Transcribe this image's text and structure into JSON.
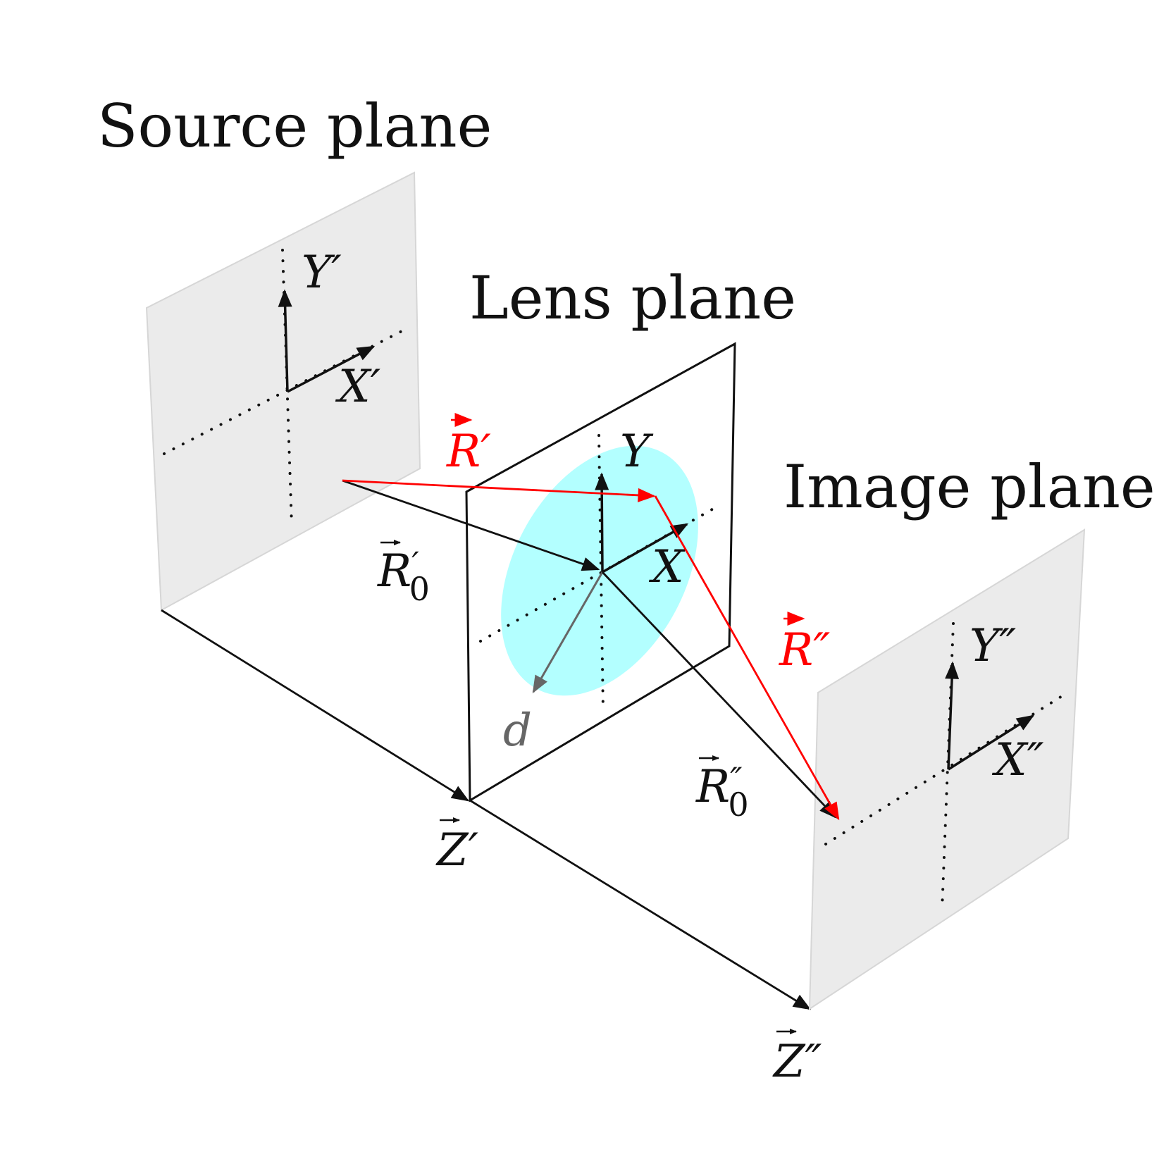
{
  "labels": {
    "source_plane": "Source plane",
    "lens_plane": "Lens plane",
    "image_plane": "Image plane"
  },
  "symbols": {
    "Y_prime": "Y′",
    "X_prime": "X′",
    "Y": "Y",
    "X": "X",
    "Y_dprime": "Y″",
    "X_dprime": "X″",
    "R_prime": "R′",
    "R_dprime": "R″",
    "R0_prime_letter": "R",
    "R0_prime_mark": "′",
    "R0_prime_sub": "0",
    "R0_dprime_letter": "R",
    "R0_dprime_mark": "″",
    "R0_dprime_sub": "0",
    "Z_prime": "Z′",
    "Z_dprime": "Z″",
    "d": "d"
  },
  "colors": {
    "plane_fill": "#ebebeb",
    "lens_fill": "#b3ffff",
    "source_vector": "#ff0000",
    "distance_arrow": "#666666"
  }
}
